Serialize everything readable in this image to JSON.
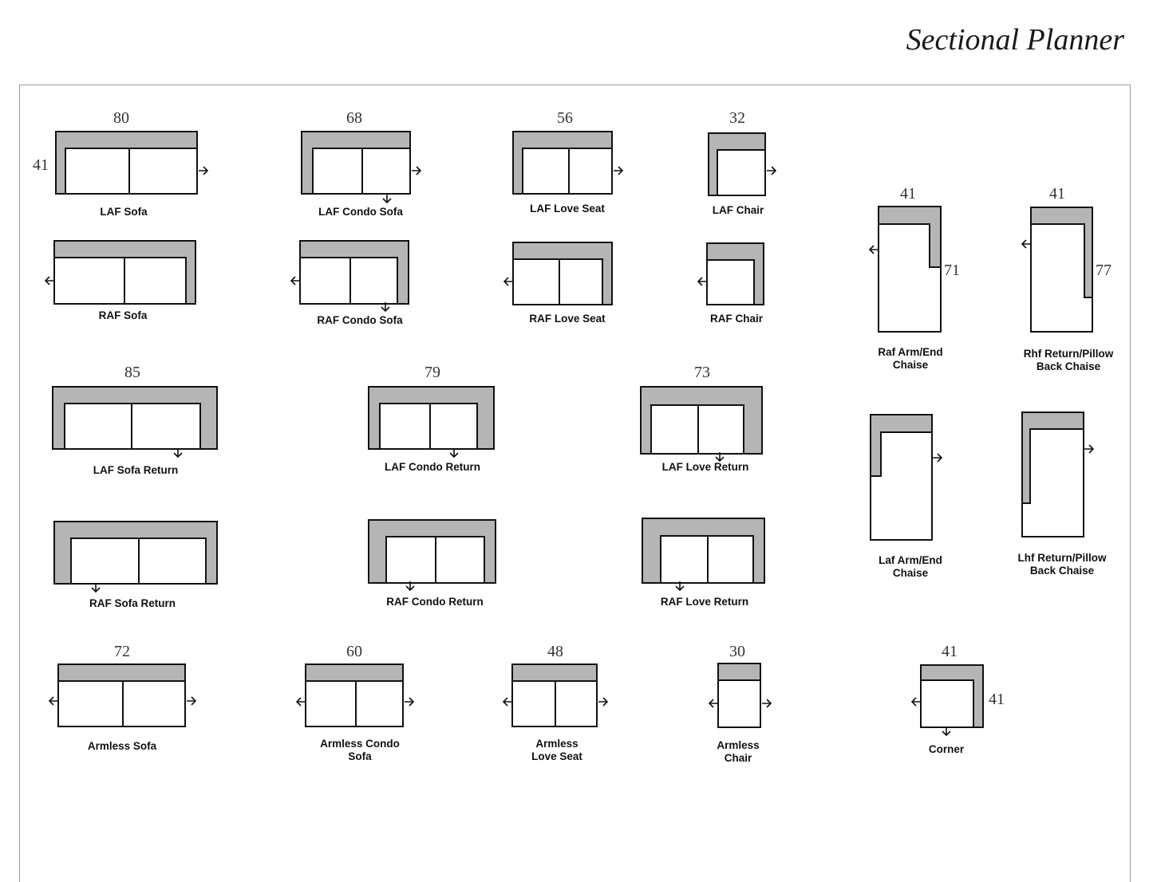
{
  "title": "Sectional Planner",
  "pieces": {
    "laf_sofa": {
      "label": "LAF  Sofa",
      "width": "80",
      "depth": "41"
    },
    "laf_condo_sofa": {
      "label": "LAF  Condo Sofa",
      "width": "68"
    },
    "laf_love_seat": {
      "label": "LAF  Love Seat",
      "width": "56"
    },
    "laf_chair": {
      "label": "LAF Chair",
      "width": "32"
    },
    "raf_sofa": {
      "label": "RAF  Sofa"
    },
    "raf_condo_sofa": {
      "label": "RAF Condo Sofa"
    },
    "raf_love_seat": {
      "label": "RAF Love Seat"
    },
    "raf_chair": {
      "label": "RAF Chair"
    },
    "laf_sofa_return": {
      "label": "LAF Sofa Return",
      "width": "85"
    },
    "laf_condo_return": {
      "label": "LAF Condo Return",
      "width": "79"
    },
    "laf_love_return": {
      "label": "LAF Love Return",
      "width": "73"
    },
    "raf_sofa_return": {
      "label": "RAF Sofa Return"
    },
    "raf_condo_return": {
      "label": "RAF Condo Return"
    },
    "raf_love_return": {
      "label": "RAF Love Return"
    },
    "armless_sofa": {
      "label": "Armless Sofa",
      "width": "72"
    },
    "armless_condo_sofa": {
      "label": "Armless Condo\nSofa",
      "width": "60"
    },
    "armless_love_seat": {
      "label": "Armless\nLove Seat",
      "width": "48"
    },
    "armless_chair": {
      "label": "Armless\nChair",
      "width": "30"
    },
    "raf_arm_end_chaise": {
      "label": "Raf Arm/End\nChaise",
      "width": "41",
      "length": "71"
    },
    "rhf_return_pillow_back_chaise": {
      "label": "Rhf Return/Pillow\nBack Chaise",
      "width": "41",
      "length": "77"
    },
    "laf_arm_end_chaise": {
      "label": "Laf Arm/End\nChaise"
    },
    "lhf_return_pillow_back_chaise": {
      "label": "Lhf Return/Pillow\nBack Chaise"
    },
    "corner": {
      "label": "Corner",
      "width": "41",
      "depth": "41"
    }
  },
  "colors": {
    "upholstery_frame": "#b5b5b5",
    "seat": "#ffffff",
    "outline": "#111111"
  },
  "icons": {
    "connector": "arrow-connector-icon"
  }
}
